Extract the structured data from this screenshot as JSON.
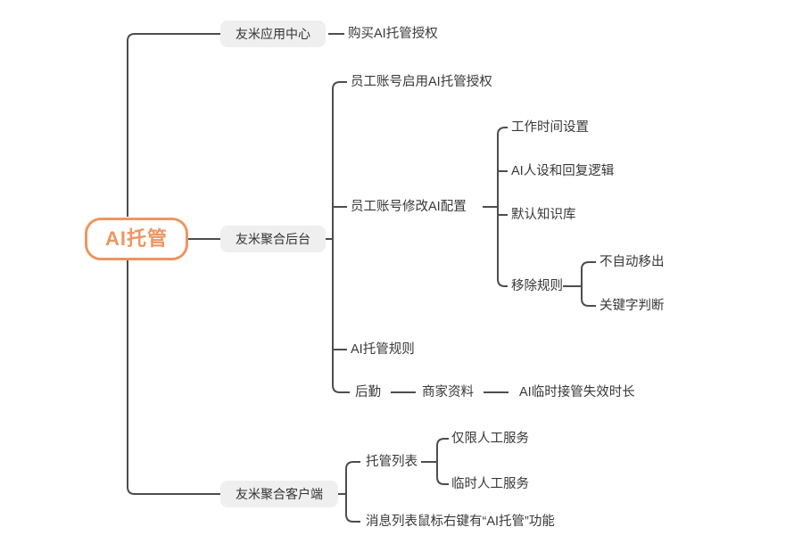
{
  "diagram": {
    "title": "AI托管 mind map",
    "colors": {
      "root_accent": "#ef9560",
      "branch_node_bg": "#efefef",
      "connector_line": "#4d4d4d",
      "text": "#383838"
    },
    "root": {
      "label": "AI托管",
      "children": [
        {
          "label": "友米应用中心",
          "children": [
            {
              "label": "购买AI托管授权"
            }
          ]
        },
        {
          "label": "友米聚合后台",
          "children": [
            {
              "label": "员工账号启用AI托管授权"
            },
            {
              "label": "员工账号修改AI配置",
              "children": [
                {
                  "label": "工作时间设置"
                },
                {
                  "label": "AI人设和回复逻辑"
                },
                {
                  "label": "默认知识库"
                },
                {
                  "label": "移除规则",
                  "children": [
                    {
                      "label": "不自动移出"
                    },
                    {
                      "label": "关键字判断"
                    }
                  ]
                }
              ]
            },
            {
              "label": "AI托管规则"
            },
            {
              "label": "后勤",
              "children": [
                {
                  "label": "商家资料",
                  "children": [
                    {
                      "label": "AI临时接管失效时长"
                    }
                  ]
                }
              ]
            }
          ]
        },
        {
          "label": "友米聚合客户端",
          "children": [
            {
              "label": "托管列表",
              "children": [
                {
                  "label": "仅限人工服务"
                },
                {
                  "label": "临时人工服务"
                }
              ]
            },
            {
              "label": "消息列表鼠标右键有“AI托管”功能"
            }
          ]
        }
      ]
    }
  }
}
